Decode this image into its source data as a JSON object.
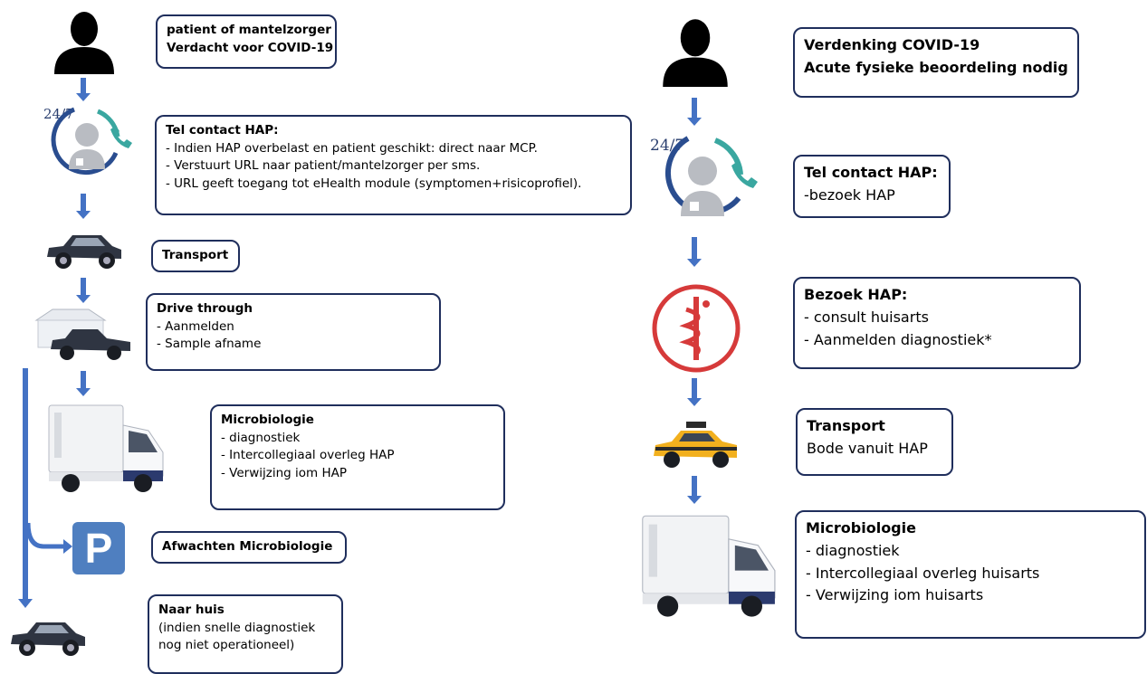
{
  "left": {
    "box_patient": {
      "l1": "patient of mantelzorger",
      "l2": "Verdacht voor COVID-19"
    },
    "badge_247": "24/7",
    "box_tel": {
      "title": "Tel contact HAP:",
      "items": [
        "- Indien HAP overbelast en patient geschikt: direct naar MCP.",
        "- Verstuurt URL naar patient/mantelzorger per sms.",
        "- URL geeft toegang tot eHealth module (symptomen+risicoprofiel)."
      ]
    },
    "box_transport": {
      "title": "Transport"
    },
    "box_drive": {
      "title": "Drive through",
      "items": [
        "- Aanmelden",
        "- Sample afname"
      ]
    },
    "box_micro": {
      "title": "Microbiologie",
      "items": [
        "- diagnostiek",
        "- Intercollegiaal overleg HAP",
        "- Verwijzing iom HAP"
      ]
    },
    "parking_letter": "P",
    "box_wait": {
      "title": "Afwachten Microbiologie"
    },
    "box_home": {
      "title": "Naar huis",
      "items": [
        "(indien snelle diagnostiek",
        "nog niet operationeel)"
      ]
    }
  },
  "right": {
    "box_suspect": {
      "l1": "Verdenking COVID-19",
      "l2": "Acute fysieke beoordeling nodig"
    },
    "badge_247": "24/7",
    "box_tel": {
      "title": "Tel contact HAP:",
      "items": [
        "-bezoek HAP"
      ]
    },
    "box_visit": {
      "title": "Bezoek HAP:",
      "items": [
        "- consult huisarts",
        "- Aanmelden diagnostiek*"
      ]
    },
    "box_transport": {
      "title": "Transport",
      "items": [
        "Bode vanuit HAP"
      ]
    },
    "box_micro": {
      "title": "Microbiologie",
      "items": [
        "- diagnostiek",
        "- Intercollegiaal overleg huisarts",
        "- Verwijzing iom huisarts"
      ]
    }
  },
  "colors": {
    "arrow": "#4472c4",
    "box_border": "#1f2e5c",
    "parking": "#4f7fc0",
    "hap_ring": "#d63a3a",
    "taxi": "#f2b01e",
    "car": "#2f3542"
  }
}
